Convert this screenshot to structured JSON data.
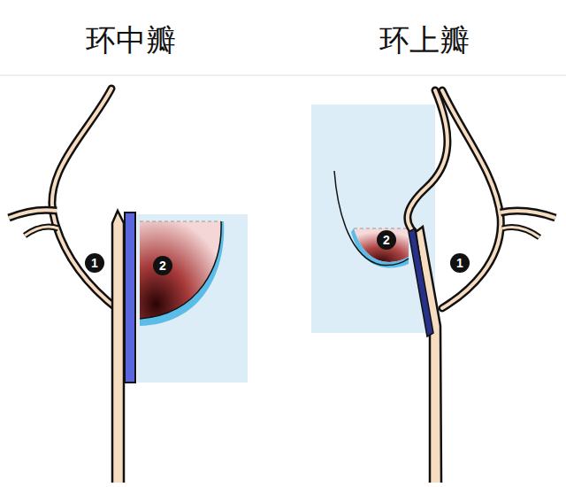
{
  "diagram": {
    "labels": [
      "环中瓣",
      "环上瓣",
      "1",
      "2",
      "1",
      "2"
    ]
  }
}
